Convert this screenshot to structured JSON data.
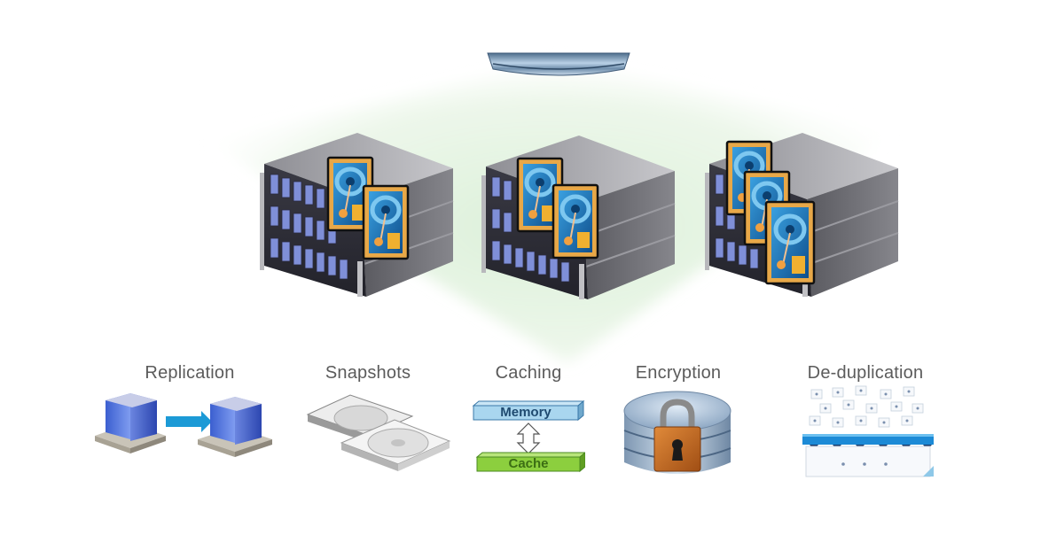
{
  "diagram": {
    "top_node": {
      "icon": "storage-pool-disk-icon"
    },
    "platform": {
      "color": "#e3f2e0"
    },
    "servers": [
      {
        "id": "server-1",
        "icon": "storage-array-icon",
        "disk_count": 2
      },
      {
        "id": "server-2",
        "icon": "storage-array-icon",
        "disk_count": 2
      },
      {
        "id": "server-3",
        "icon": "storage-array-icon",
        "disk_count": 3
      }
    ],
    "features": [
      {
        "id": "replication",
        "label": "Replication",
        "icon": "replication-buildings-icon"
      },
      {
        "id": "snapshots",
        "label": "Snapshots",
        "icon": "snapshot-disks-icon"
      },
      {
        "id": "caching",
        "label": "Caching",
        "icon": "memory-cache-icon",
        "memory_label": "Memory",
        "cache_label": "Cache"
      },
      {
        "id": "encryption",
        "label": "Encryption",
        "icon": "padlock-database-icon"
      },
      {
        "id": "deduplication",
        "label": "De-duplication",
        "icon": "deduplication-filter-icon"
      }
    ],
    "colors": {
      "disk_frame": "#e8a848",
      "disk_face": "#1e6fb0",
      "server_gray": "#6e6e74",
      "drive_blue": "#7f8fd8",
      "memory_fill": "#a9d6ef",
      "cache_fill": "#8ccf3e",
      "lock_orange": "#c26a22",
      "arrow_blue": "#1c9ad6"
    }
  }
}
